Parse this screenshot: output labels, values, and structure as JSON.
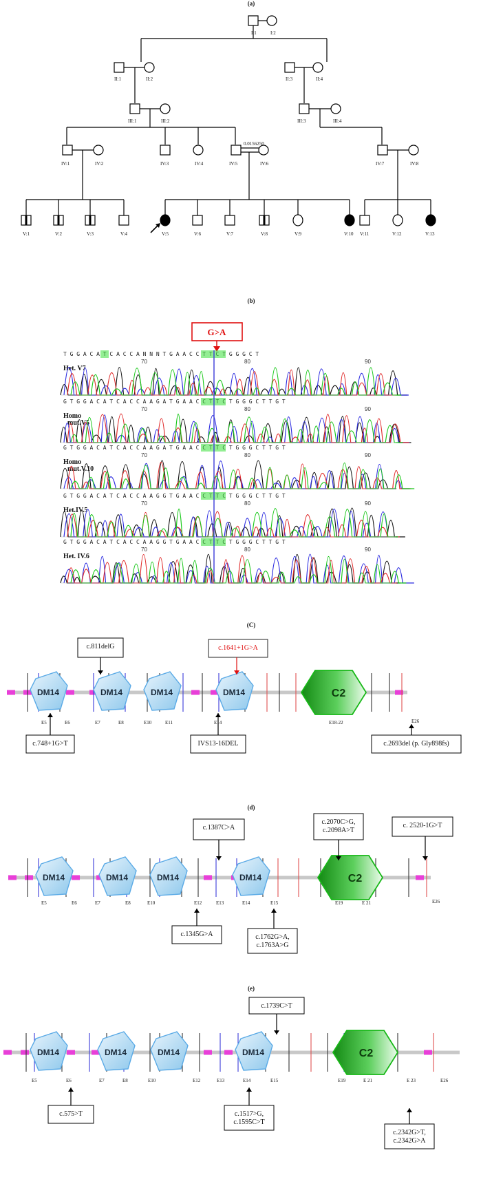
{
  "panels": {
    "a": "(a)",
    "b": "(b)",
    "c": "(C)",
    "d": "(d)",
    "e": "(e)"
  },
  "pedigree": {
    "ids": {
      "I1": "I:1",
      "I2": "I:2",
      "II1": "II:1",
      "II2": "II:2",
      "II3": "II:3",
      "II4": "II:4",
      "III1": "III:1",
      "III2": "III:2",
      "III3": "III:3",
      "III4": "III:4",
      "IV1": "IV:1",
      "IV2": "IV:2",
      "IV3": "IV:3",
      "IV4": "IV:4",
      "IV5": "IV:5",
      "IV6": "IV:6",
      "IV7": "IV:7",
      "IV8": "IV:8",
      "V1": "V:1",
      "V2": "V:2",
      "V3": "V:3",
      "V4": "V:4",
      "V5": "V:5",
      "V6": "V:6",
      "V7": "V:7",
      "V8": "V:8",
      "V9": "V:9",
      "V10": "V:10",
      "V11": "V:11",
      "V12": "V:12",
      "V13": "V:13"
    },
    "consanguinity_code": "0.0156250"
  },
  "chromatogram": {
    "mutation": "G>A",
    "traces": [
      {
        "label": "Het. V7",
        "label2": "",
        "seq": "T G G  A C A T C A C C A N N N T G  A A C C T T C T G G G C T",
        "positions": [
          "70",
          "80",
          "90"
        ]
      },
      {
        "label": "Homo",
        "label2": "mut.V5",
        "seq": "G T G G  A C A T C A C C A A G A T G  A A C C T T C T G G G C T T G T",
        "positions": [
          "70",
          "80",
          "90"
        ]
      },
      {
        "label": "Homo",
        "label2": "mut.V.10",
        "seq": "G T G G  A C A T C A C C A A G A T G  A A C C T T C T G G G C T T G T",
        "positions": [
          "70",
          "80",
          "90"
        ]
      },
      {
        "label": "Het.IV.5",
        "label2": "",
        "seq": "G T G G  A C A T C A C C A A G G T G  A A C C T T C T G G G C T T G T",
        "positions": [
          "70",
          "80",
          "90"
        ]
      },
      {
        "label": "Het. IV.6",
        "label2": "",
        "seq": "G T G G  A C A T C A C C A A G G T G  A A C C T T C T G G G C T T G T",
        "positions": [
          "70",
          "80",
          "90"
        ]
      }
    ]
  },
  "domains": {
    "dm": "DM14",
    "c2": "C2"
  },
  "diagram_c": {
    "exons": {
      "e5": "E5",
      "e6": "E6",
      "e7": "E7",
      "e8": "E8",
      "e10": "E10",
      "e11": "E11",
      "e14": "E14",
      "e1822": "E18-22",
      "e26": "E26"
    },
    "mutations": {
      "m1": "c.811delG",
      "m2": "c.1641+1G>A",
      "m3": "c.748+1G>T",
      "m4": "IVS13-16DEL",
      "m5": "c.2693del (p. Gly898fs)"
    }
  },
  "diagram_d": {
    "exons": {
      "e5": "E5",
      "e6": "E6",
      "e7": "E7",
      "e8": "E8",
      "e10": "E10",
      "e12": "E12",
      "e13": "E13",
      "e14": "E14",
      "e15": "E15",
      "e19": "E19",
      "e21": "E 21",
      "e26": "E26"
    },
    "mutations": {
      "m1": "c.1387C>A",
      "m2a": "c.2070C>G,",
      "m2b": "c.2098A>T",
      "m3": "c. 2520-1G>T",
      "m4": "c.1345G>A",
      "m5a": "c.1762G>A,",
      "m5b": "c.1763A>G"
    }
  },
  "diagram_e": {
    "exons": {
      "e5": "E5",
      "e6": "E6",
      "e7": "E7",
      "e8": "E8",
      "e10": "E10",
      "e12": "E12",
      "e13": "E13",
      "e14": "E14",
      "e15": "E15",
      "e19": "E19",
      "e21": "E 21",
      "e23": "E 23",
      "e26": "E26"
    },
    "mutations": {
      "m1": "c.1739C>T",
      "m2": "c.575>T",
      "m3a": "c.1517>G,",
      "m3b": "c.1595C>T",
      "m4a": "c.2342G>T,",
      "m4b": "c.2342G>A"
    }
  },
  "colors": {
    "pink": "#e83fd8",
    "blue_line": "#3a3ad8",
    "red_line": "#e05050",
    "dm_fill": "#b9dcf2",
    "c2_fill": "#2fb52f"
  }
}
